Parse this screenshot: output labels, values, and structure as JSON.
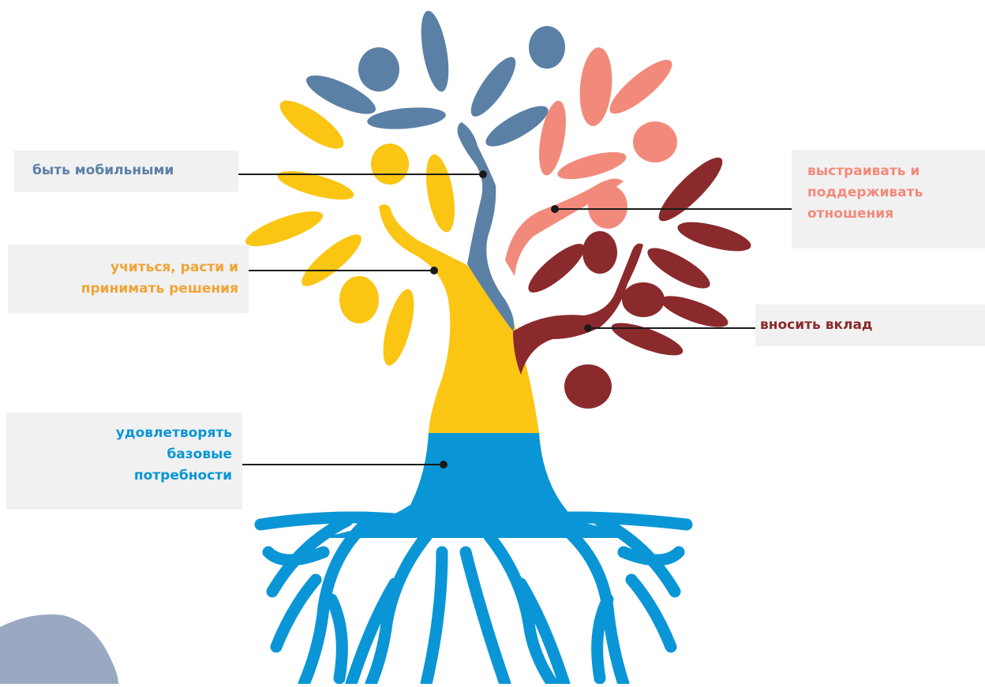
{
  "colors": {
    "mobile": "#5b80a5",
    "learn": "#f1a436",
    "basic": "#0a96d6",
    "relations": "#f28a7b",
    "contribute": "#8a2a2d",
    "leaf_blue": "#5b80a5",
    "leaf_yellow": "#fbc514",
    "leaf_pink": "#f28a7b",
    "leaf_maroon": "#8a2a2d",
    "roots": "#0a96d6",
    "label_bg": "#f1f1f1",
    "connector": "#1a1a1a"
  },
  "labels": {
    "mobile": "быть мобильными",
    "learn_line1": "учиться, расти и",
    "learn_line2": "принимать решения",
    "basic_line1": "удовлетворять",
    "basic_line2": "базовые",
    "basic_line3": "потребности",
    "relations_line1": "выстраивать и",
    "relations_line2": "поддерживать",
    "relations_line3": "отношения",
    "contribute": "вносить вклад"
  },
  "icons": {
    "tree": "tree-illustration",
    "blob": "paint-blob"
  }
}
